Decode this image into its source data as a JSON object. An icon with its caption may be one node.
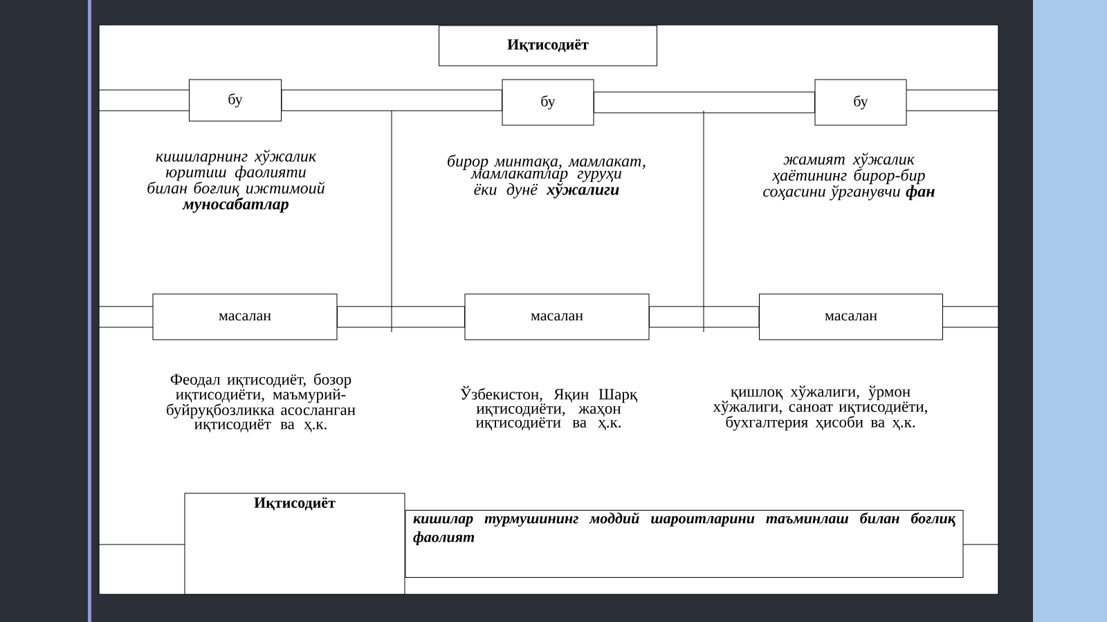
{
  "diagram": {
    "nodes": [
      {
        "text": [
          "Иқтисодиёт"
        ]
      },
      {
        "text": [
          "бу"
        ],
        "beside": [
          "кишиларнинг хўжалик юритиш фаолияти билан боғлиқ ижтимоий **муносабатлар**"
        ]
      },
      {
        "text": [
          "бу"
        ],
        "beside": [
          "бирор минтақа, мамлакат, мамлакатлар гуруҳи ёки дунё **хўжалиги**"
        ]
      },
      {
        "text": [
          "бу"
        ],
        "beside": [
          "жамият хўжалик ҳаётининг бирор-бир соҳасини ўрганувчи **фан**"
        ]
      },
      {
        "text": [
          "масалан"
        ],
        "beside": [
          "Феодал иқтисодиёт, бозор иқтисодиёти, маъмурий-буйруқбозликка асосланган иқтисодиёт ва ҳ.к."
        ]
      },
      {
        "text": [
          "масалан"
        ],
        "beside": [
          "Ўзбекистон, Яқин Шарқ иқтисодиёти, жаҳон иқтисодиёти ва ҳ.к."
        ]
      },
      {
        "text": [
          "масалан"
        ],
        "beside": [
          "қишлоқ хўжалиги, ўрмон хўжалиги, саноат иқтисодиёти, бухгалтерия ҳисоби ва ҳ.к."
        ]
      },
      {
        "text": [
          "Иқтисодиёт"
        ]
      },
      {
        "text": [
          "кишилар турмушининг моддий шароитларини таъминлаш билан боғлиқ фаолият"
        ]
      }
    ],
    "edges": [
      {
        "from": 1,
        "to": 2,
        "arrow": "none"
      },
      {
        "from": 2,
        "to": 3,
        "arrow": "none"
      },
      {
        "from": 4,
        "to": 5,
        "arrow": "none"
      },
      {
        "from": 5,
        "to": 6,
        "arrow": "none"
      }
    ]
  }
}
